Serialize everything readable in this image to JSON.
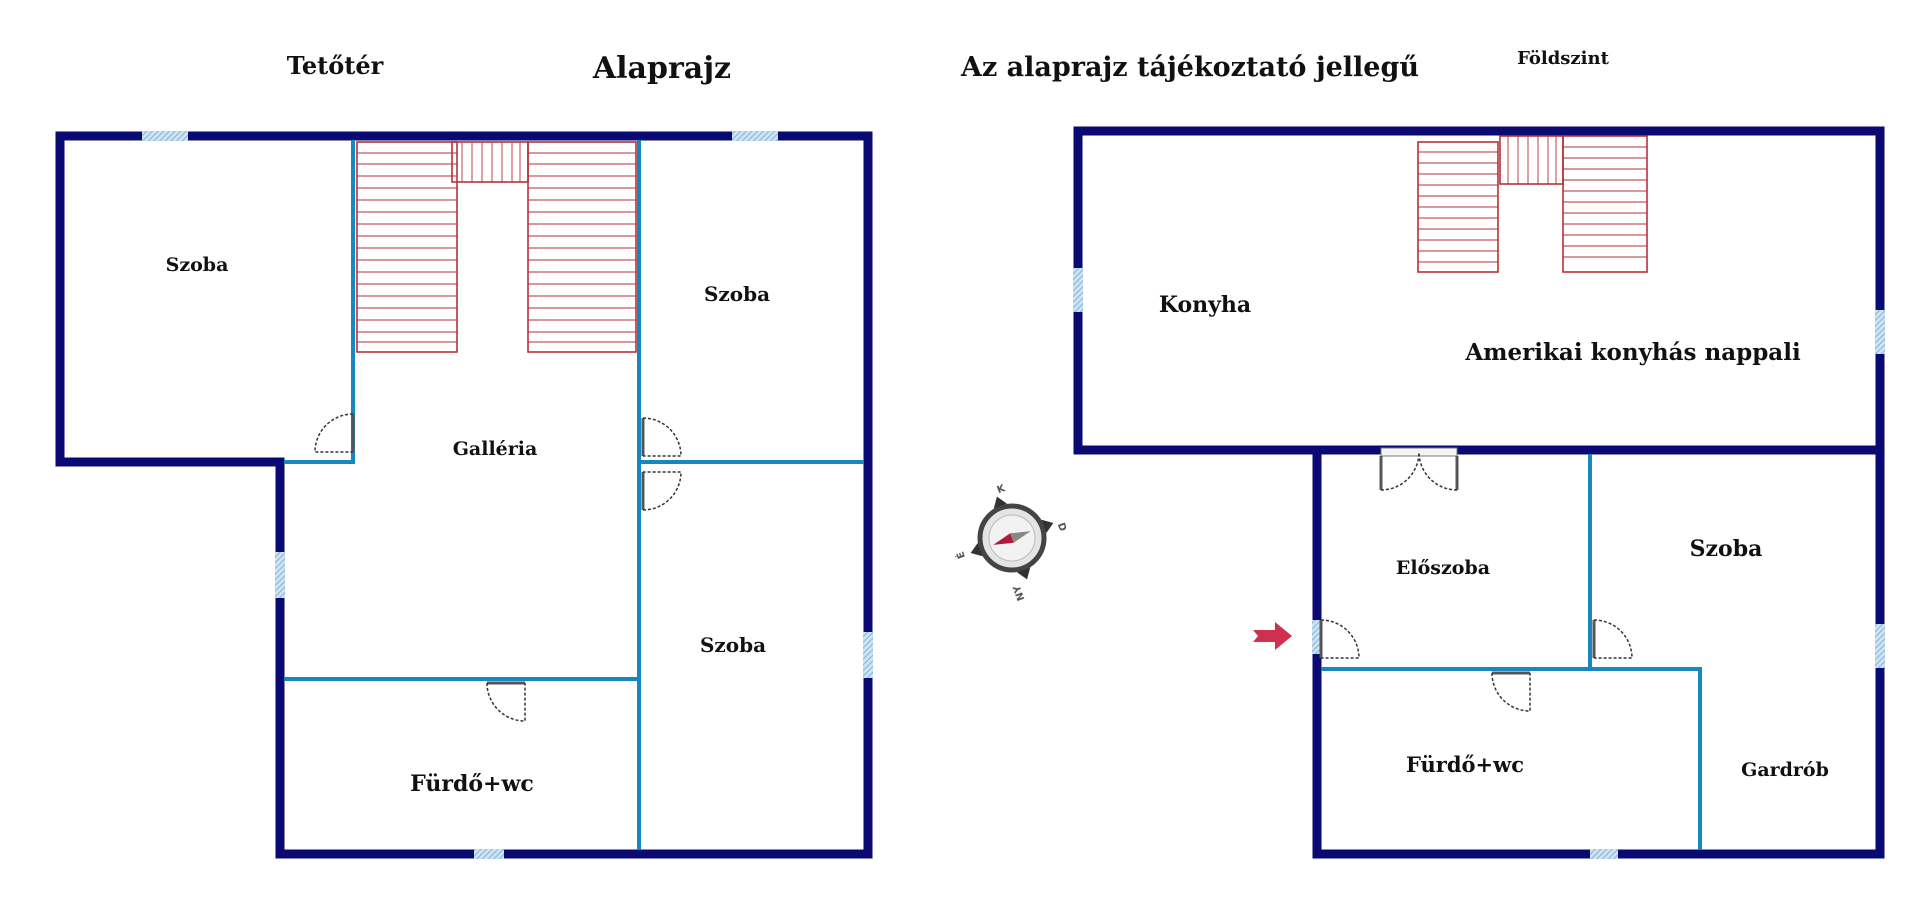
{
  "titles": {
    "attic": "Tetőtér",
    "main": "Alaprajz",
    "disclaimer": "Az alaprajz tájékoztató jellegű",
    "ground": "Földszint"
  },
  "attic_rooms": {
    "room_left": "Szoba",
    "room_right_top": "Szoba",
    "gallery": "Galléria",
    "room_right_bottom": "Szoba",
    "bathroom": "Fürdő+wc"
  },
  "ground_rooms": {
    "kitchen": "Konyha",
    "living": "Amerikai konyhás nappali",
    "hall": "Előszoba",
    "room": "Szoba",
    "bathroom": "Fürdő+wc",
    "wardrobe": "Gardrób"
  },
  "compass": {
    "north": "K",
    "east": "D",
    "south": "NY",
    "west": "É"
  },
  "colors": {
    "exterior_wall": "#0a0a72",
    "interior_wall": "#1788bf",
    "stairs": "#b5323a",
    "entrance_arrow": "#d03050",
    "window": "#9fc9e6"
  }
}
